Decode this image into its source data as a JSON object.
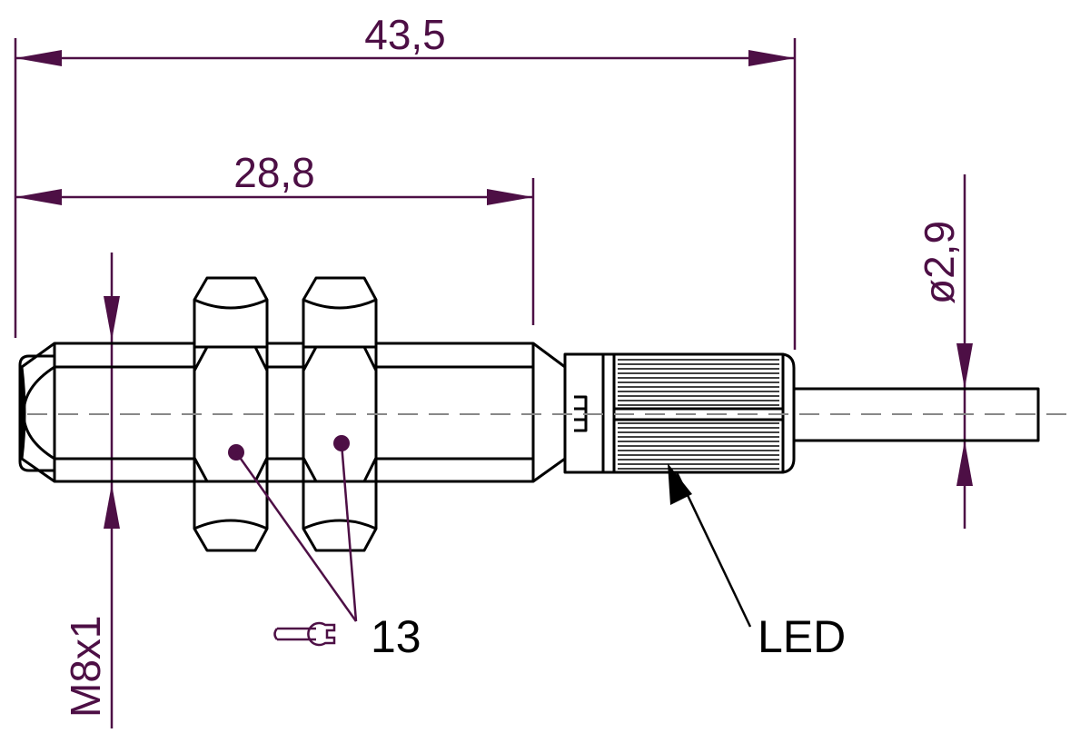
{
  "drawing": {
    "dimensions": {
      "overall_length": "43,5",
      "thread_length": "28,8",
      "cable_diameter": "ø2,9",
      "thread": "M8x1"
    },
    "wrench_size": "13",
    "led_label": "LED"
  },
  "colors": {
    "dimension": "#4d0f45",
    "outline": "#000000",
    "centerline": "#888888"
  }
}
